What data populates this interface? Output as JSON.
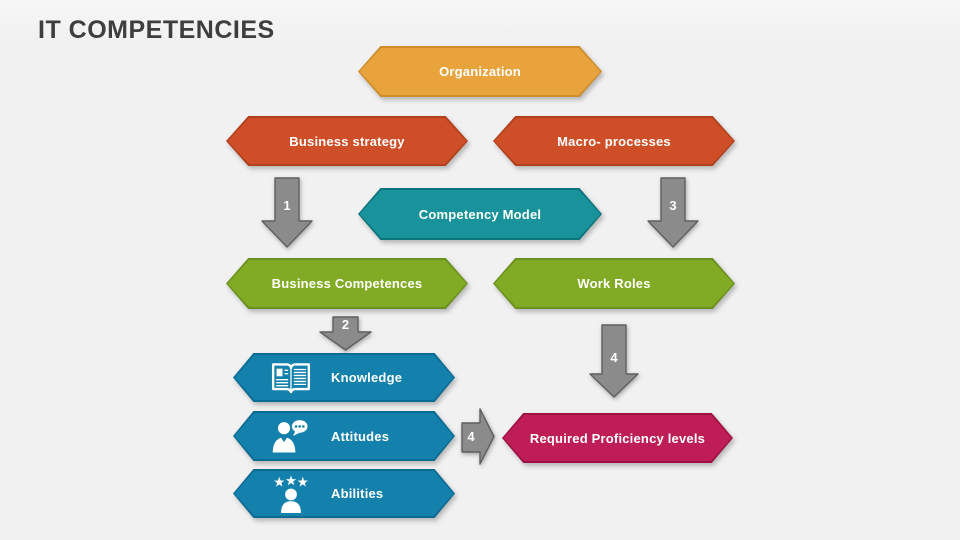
{
  "title": "IT COMPETENCIES",
  "nodes": {
    "organization": "Organization",
    "business_strategy": "Business strategy",
    "macro_processes": "Macro- processes",
    "competency_model": "Competency Model",
    "business_competences": "Business Competences",
    "work_roles": "Work Roles",
    "knowledge": "Knowledge",
    "attitudes": "Attitudes",
    "abilities": "Abilities",
    "required_proficiency": "Required Proficiency levels"
  },
  "arrow_labels": {
    "step1": "1",
    "step2": "2",
    "step3": "3",
    "step4_down": "4",
    "step4_right": "4"
  },
  "icons": {
    "knowledge": "open-book-icon",
    "attitudes": "person-speech-bubble-icon",
    "abilities": "person-three-stars-icon"
  },
  "colors": {
    "background": "#f1f1f2",
    "title_text": "#3e3e3e",
    "organization_fill": "#e8a33c",
    "strategy_process_fill": "#ce4e27",
    "competency_model_fill": "#18939c",
    "competences_roles_fill": "#82ab25",
    "knowledge_attitudes_abilities_fill": "#1381ac",
    "required_proficiency_fill": "#bf1d55",
    "arrow_fill": "#8b8b8b",
    "arrow_border": "#606060",
    "node_text": "#ffffff"
  }
}
